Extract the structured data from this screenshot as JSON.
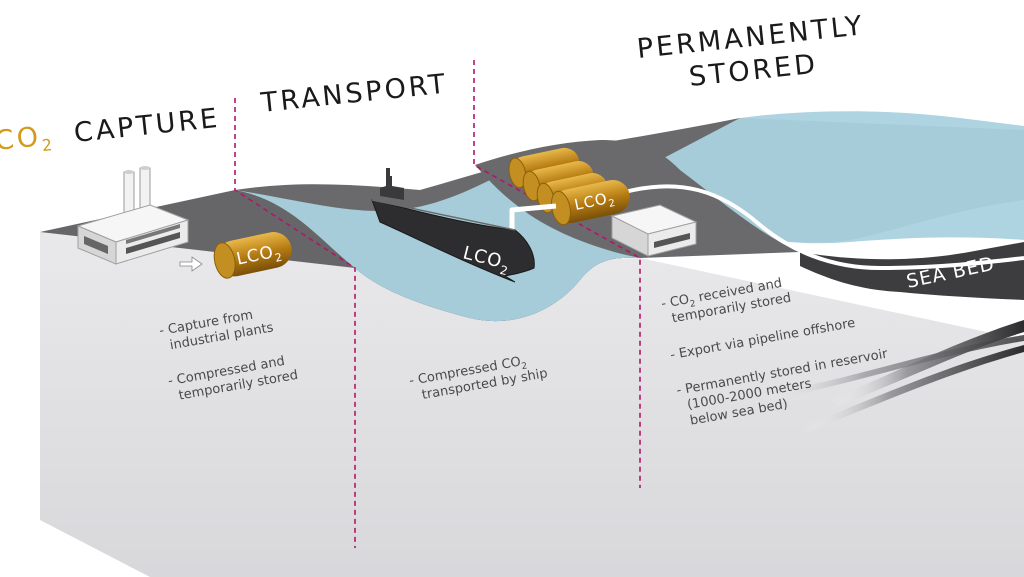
{
  "headings": {
    "co2": "CO",
    "co2_sub": "2",
    "capture": "CAPTURE",
    "transport": "TRANSPORT",
    "permanently": "PERMANENTLY",
    "stored": "STORED"
  },
  "tanks": {
    "label": "LCO",
    "sub": "2"
  },
  "ship": {
    "label": "LCO",
    "sub": "2"
  },
  "seabed_label": "SEA BED",
  "capture_notes": {
    "line1": "- Capture from",
    "line2": "industrial plants",
    "line3": "- Compressed and",
    "line4": "temporarily stored"
  },
  "transport_notes": {
    "line1_a": "- Compressed CO",
    "line1_sub": "2",
    "line2": "transported by ship"
  },
  "storage_notes": {
    "line1_a": "- CO",
    "line1_sub": "2",
    "line1_b": " received and",
    "line2": "temporarily stored",
    "line3": "- Export via pipeline offshore",
    "line4": "- Permanently stored in reservoir",
    "line5": "(1000-2000 meters",
    "line6": "below sea bed)"
  },
  "colors": {
    "accent_co2": "#d49a1e",
    "divider": "#b0176b",
    "water": "#a9d2de",
    "seabed": "#5b5b5e",
    "block_side": "#e6e6e8"
  }
}
